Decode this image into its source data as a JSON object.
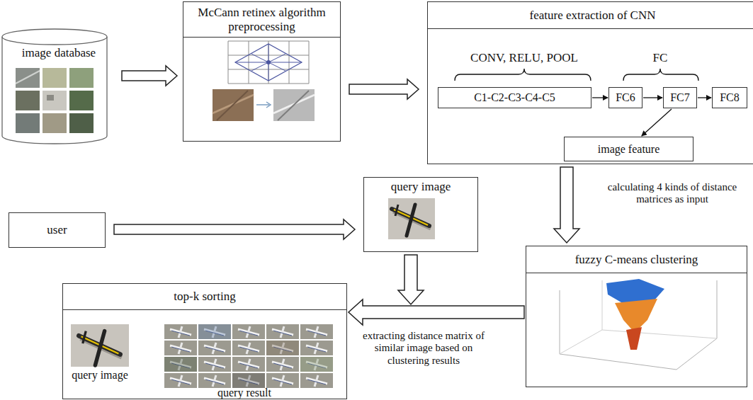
{
  "diagram": {
    "nodes": [
      {
        "text": [
          "image database"
        ]
      },
      {
        "text": [
          "McCann retinex algorithm preprocessing"
        ]
      },
      {
        "text": [
          "feature extraction of CNN"
        ]
      },
      {
        "text": [
          "C1-C2-C3-C4-C5"
        ],
        "in": 2
      },
      {
        "text": [
          "FC6"
        ],
        "in": 2
      },
      {
        "text": [
          "FC7"
        ],
        "in": 2
      },
      {
        "text": [
          "FC8"
        ],
        "in": 2
      },
      {
        "text": [
          "image feature"
        ],
        "in": 2
      },
      {
        "text": [
          "user"
        ]
      },
      {
        "text": [
          "query image"
        ]
      },
      {
        "text": [
          "top-k sorting"
        ]
      },
      {
        "text": [
          "fuzzy C-means clustering"
        ]
      }
    ],
    "edges": [
      {
        "from": 0,
        "to": 1,
        "arrow": "to"
      },
      {
        "from": 1,
        "to": 2,
        "arrow": "to"
      },
      {
        "from": 3,
        "to": 4,
        "arrow": "to"
      },
      {
        "from": 4,
        "to": 5,
        "arrow": "to"
      },
      {
        "from": 5,
        "to": 6,
        "arrow": "to"
      },
      {
        "from": 5,
        "to": 7,
        "arrow": "to"
      },
      {
        "from": 8,
        "to": 9,
        "arrow": "to"
      },
      {
        "from": 2,
        "to": 11,
        "label": "calculating 4 kinds of distance matrices as input",
        "arrow": "to"
      },
      {
        "from": 9,
        "to": 10,
        "arrow": "to"
      },
      {
        "from": 11,
        "to": 10,
        "label": "extracting distance matrix of similar image based on clustering results",
        "arrow": "to"
      }
    ],
    "labels": [
      "CONV, RELU, POOL",
      "FC",
      "query image",
      "query result"
    ]
  }
}
